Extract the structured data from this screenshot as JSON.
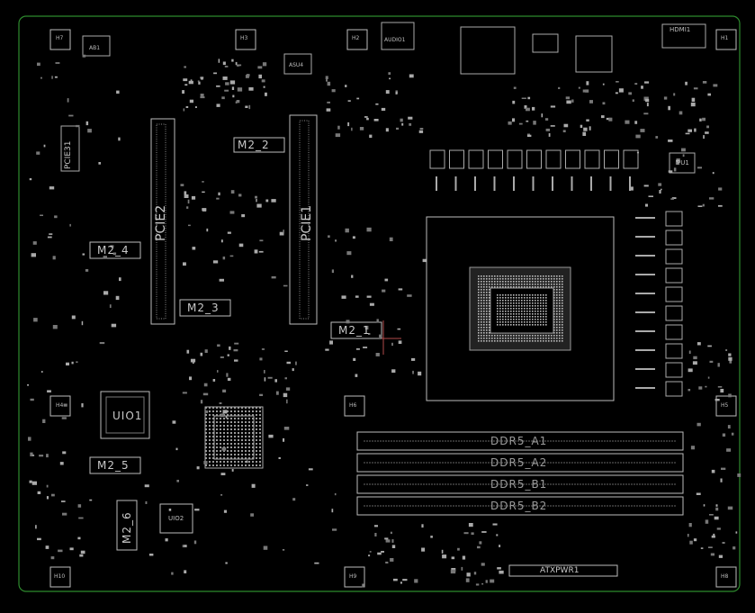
{
  "colors": {
    "background": "#000000",
    "board_outline": "#2e8b2e",
    "silkscreen": "#c8c8c8",
    "pads": "#b4b4b4"
  },
  "labels": {
    "pcie1": "PCIE1",
    "pcie2": "PCIE2",
    "m2_1": "M2_1",
    "m2_2": "M2_2",
    "m2_3": "M2_3",
    "m2_4": "M2_4",
    "m2_5": "M2_5",
    "m2_6": "M2_6",
    "uio1": "UIO1",
    "uio2": "UIO2",
    "pu1": "PU1",
    "ddr5_a1": "DDR5_A1",
    "ddr5_a2": "DDR5_A2",
    "ddr5_b1": "DDR5_B1",
    "ddr5_b2": "DDR5_B2",
    "atxpwr1": "ATXPWR1",
    "pcie31": "PCIE31",
    "audio1": "AUDIO1",
    "hdmi1": "HDMI1",
    "ab1": "AB1",
    "asu4": "ASU4",
    "h1": "H1",
    "h2": "H2",
    "h3": "H3",
    "h4": "H4",
    "h5": "H5",
    "h6": "H6",
    "h7": "H7",
    "h8": "H8",
    "h9": "H9",
    "h10": "H10"
  }
}
